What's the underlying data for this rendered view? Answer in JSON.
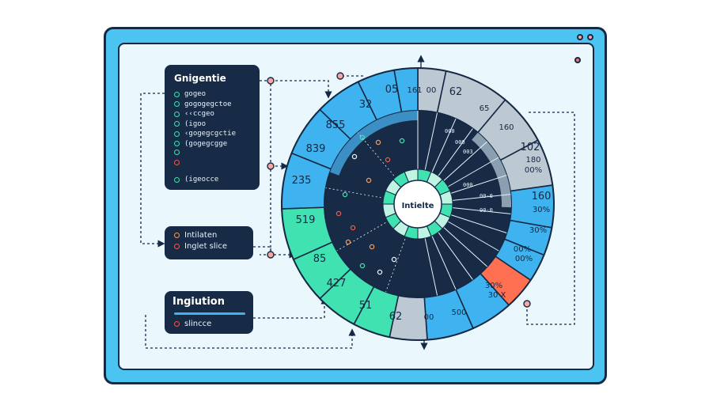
{
  "colors": {
    "frame": "#4cc4f2",
    "background": "#eaf7fd",
    "panel": "#172a46",
    "outline": "#152844",
    "blue": "#3fb3ef",
    "green": "#3fe2b0",
    "grey": "#bcc9d3",
    "orange": "#ff7052",
    "accent_teal": "#3fe2b0",
    "accent_orange": "#f49a5a",
    "accent_red": "#ec5a4c"
  },
  "legend_panel": {
    "title": "Gnigentie",
    "items": [
      {
        "label": "gogeo",
        "color": "#3fe2b0"
      },
      {
        "label": "gogogegctoe",
        "color": "#3fe2b0"
      },
      {
        "label": "‹‹ccgeo",
        "color": "#3fe2b0"
      },
      {
        "label": "(igoo",
        "color": "#3fe2b0"
      },
      {
        "label": "‹gogegcgctie",
        "color": "#3fe2b0"
      },
      {
        "label": "(gogegcgge",
        "color": "#3fe2b0"
      },
      {
        "label": "",
        "color": "#3fe2b0"
      },
      {
        "label": "",
        "color": "#ec5a4c"
      },
      {
        "label": "(igeocce",
        "color": "#3fe2b0"
      }
    ]
  },
  "middle_panel": {
    "items": [
      {
        "label": "Intilaten",
        "color": "#f49a5a"
      },
      {
        "label": "Inglet slice",
        "color": "#ec5a4c"
      }
    ]
  },
  "bottom_panel": {
    "title": "Ingiution",
    "item": {
      "label": "slincce",
      "color": "#ec5a4c"
    }
  },
  "center_label": "Intielte",
  "outer_ring_labels": [
    "05",
    "161",
    "00",
    "62",
    "65",
    "160",
    "102",
    "180",
    "00%",
    "160",
    "30%",
    "30%",
    "00%",
    "00%",
    "30%",
    "30 X",
    "500",
    "00",
    "62",
    "51",
    "427",
    "85",
    "519",
    "235",
    "839",
    "855",
    "32"
  ],
  "inner_marks": [
    "000",
    "000",
    "003",
    "00-0",
    "00-0",
    "000"
  ],
  "window_icon": "window-control-icons"
}
